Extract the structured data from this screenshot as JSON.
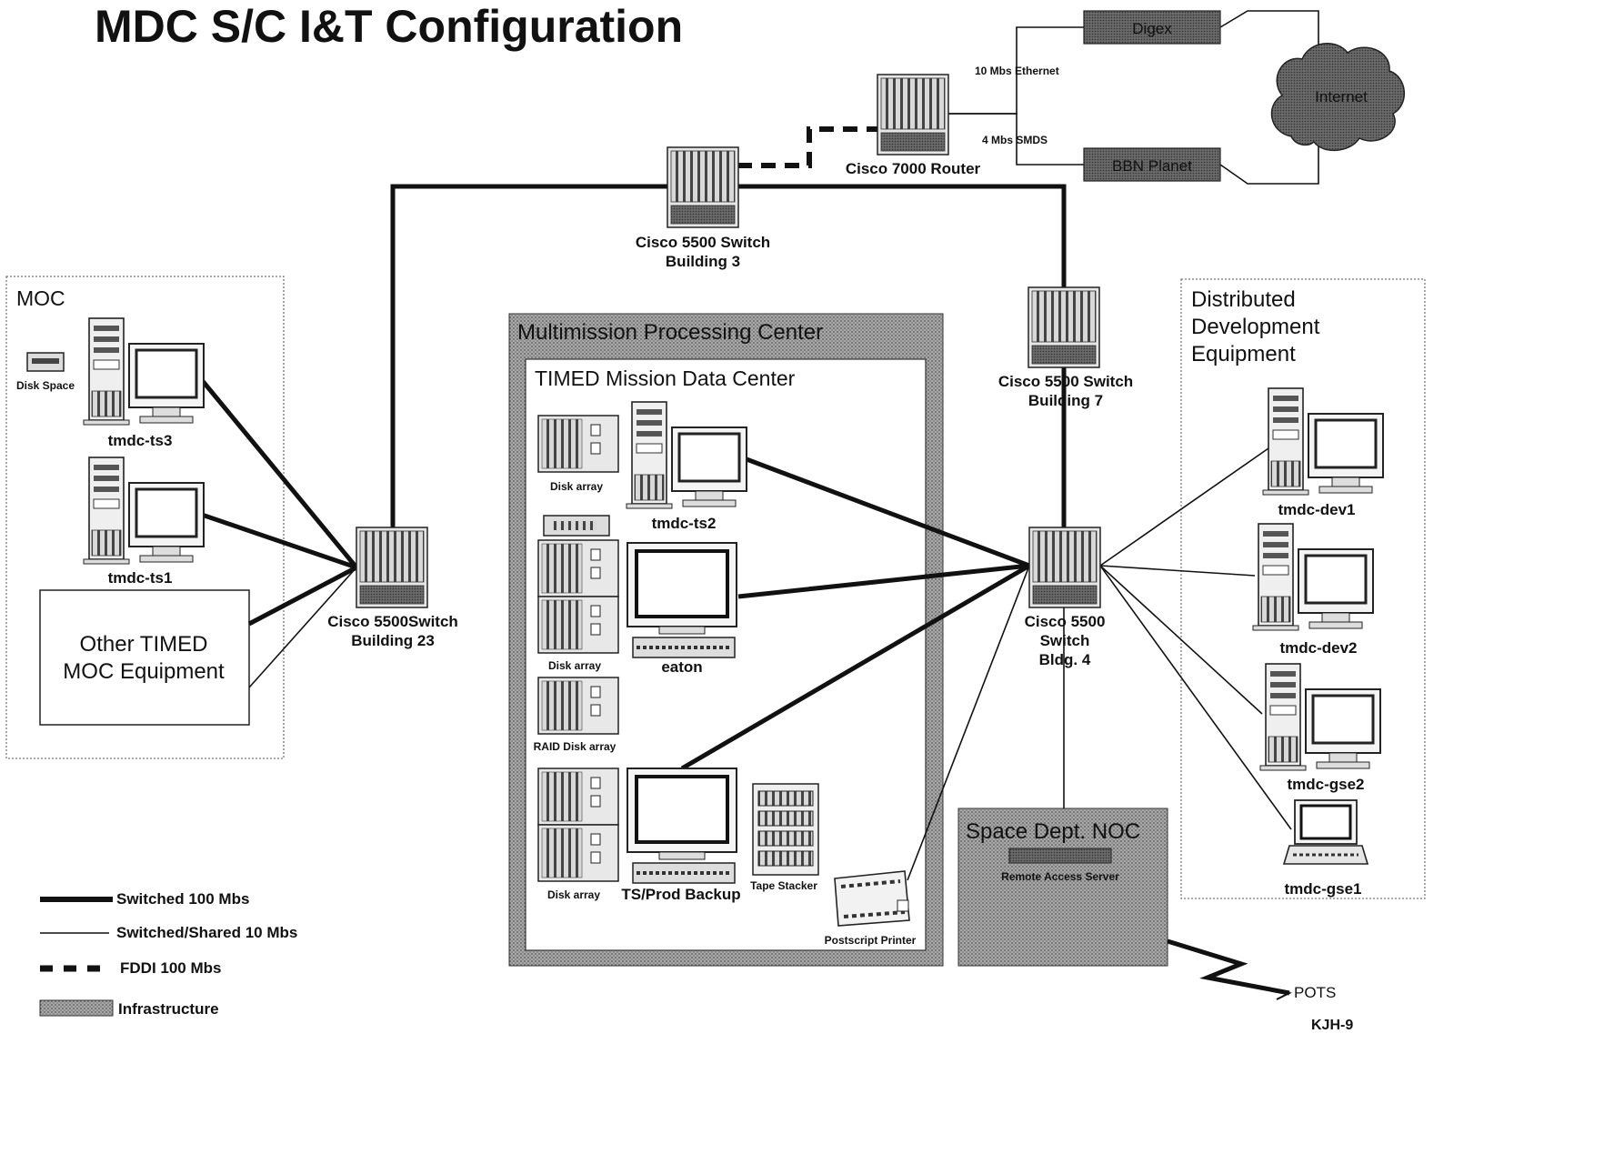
{
  "title": "MDC S/C I&T Configuration",
  "corner_code": "KJH-9",
  "colors": {
    "ink": "#111111",
    "infra_fill": "#9a9a9a",
    "paper": "#ffffff"
  },
  "regions": {
    "moc": "MOC",
    "mpc": "Multimission Processing Center",
    "tmdc": "TIMED Mission Data Center",
    "dde": [
      "Distributed",
      "Development",
      "Equipment"
    ],
    "noc": "Space Dept. NOC",
    "other_moc": [
      "Other TIMED",
      "MOC Equipment"
    ]
  },
  "network": {
    "sw3": [
      "Cisco 5500 Switch",
      "Building 3"
    ],
    "sw7": [
      "Cisco 5500 Switch",
      "Building 7"
    ],
    "sw23": [
      "Cisco 5500Switch",
      "Building 23"
    ],
    "sw4": [
      "Cisco 5500",
      "Switch",
      "Bldg. 4"
    ],
    "router": "Cisco 7000 Router",
    "digex": "Digex",
    "bbn": "BBN Planet",
    "internet": "Internet",
    "link_ethernet": "10 Mbs Ethernet",
    "link_smds": "4 Mbs SMDS",
    "remote_access": "Remote Access Server",
    "pots": "POTS"
  },
  "equipment": {
    "disk_space": "Disk Space",
    "tmdc_ts3": "tmdc-ts3",
    "tmdc_ts1": "tmdc-ts1",
    "tmdc_ts2": "tmdc-ts2",
    "eaton": "eaton",
    "disk_array_1": "Disk array",
    "disk_array_2": "Disk array",
    "raid_disk_array": "RAID Disk array",
    "disk_array_3": "Disk array",
    "ts_prod_backup": "TS/Prod Backup",
    "tape_stacker": "Tape Stacker",
    "postscript_printer": "Postscript Printer",
    "tmdc_dev1": "tmdc-dev1",
    "tmdc_dev2": "tmdc-dev2",
    "tmdc_gse2": "tmdc-gse2",
    "tmdc_gse1": "tmdc-gse1"
  },
  "legend": {
    "switched_100": "Switched 100 Mbs",
    "shared_10": "Switched/Shared 10 Mbs",
    "fddi_100": "FDDI 100 Mbs",
    "infrastructure": "Infrastructure"
  }
}
